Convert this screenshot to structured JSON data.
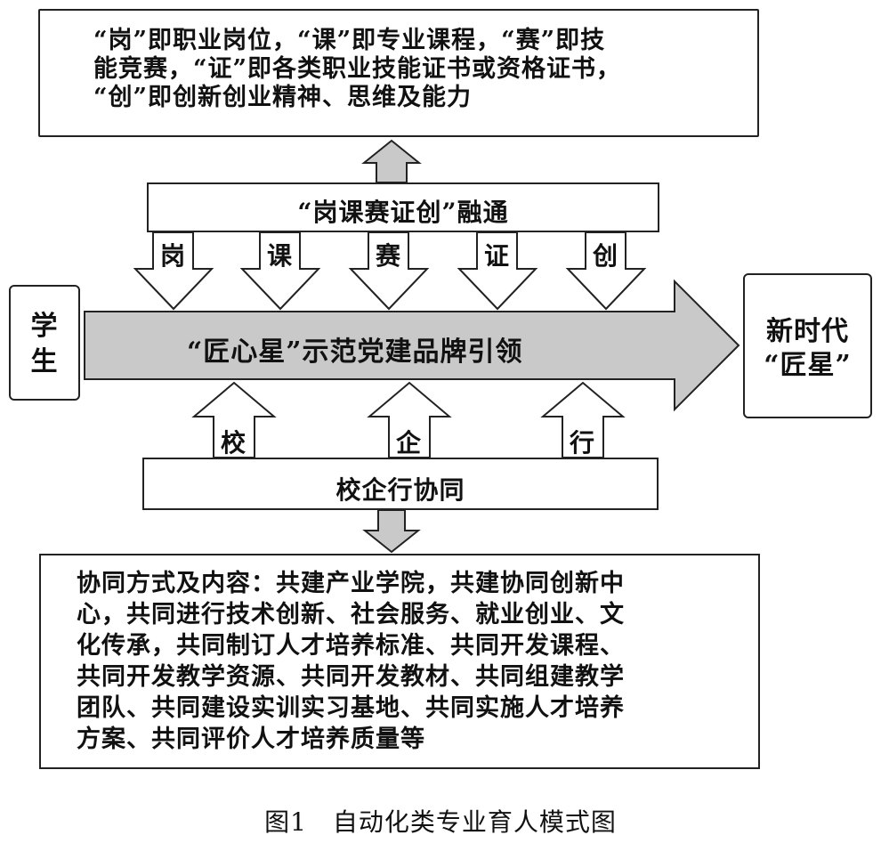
{
  "top_box": {
    "text": "“岗”即职业岗位，“课”即专业课程，“赛”即技\n能竞赛，“证”即各类职业技能证书或资格证书，\n“创”即创新创业精神、思维及能力"
  },
  "fusion_bar": {
    "label": "“岗课赛证创”融通"
  },
  "down_arrows": [
    "岗",
    "课",
    "赛",
    "证",
    "创"
  ],
  "student_box": {
    "label": "学\n生"
  },
  "main_arrow": {
    "label": "“匠心星”示范党建品牌引领"
  },
  "result_box": {
    "label": "新时代\n“匠星”"
  },
  "up_arrows": [
    "校",
    "企",
    "行"
  ],
  "coop_bar": {
    "label": "校企行协同"
  },
  "bottom_box": {
    "text": "协同方式及内容：共建产业学院，共建协同创新中\n心，共同进行技术创新、社会服务、就业创业、文\n化传承，共同制订人才培养标准、共同开发课程、\n共同开发教学资源、共同开发教材、共同组建教学\n团队、共同建设实训实习基地、共同实施人才培养\n方案、共同评价人才培养质量等"
  },
  "caption": {
    "text": "图1　自动化类专业育人模式图"
  },
  "colors": {
    "arrow_fill": "#c9c9c9",
    "stroke": "#222222"
  }
}
